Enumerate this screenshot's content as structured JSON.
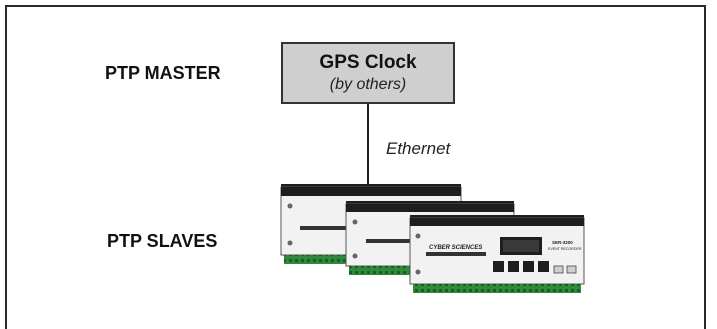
{
  "diagram": {
    "master": {
      "role_label": "PTP MASTER",
      "box_title": "GPS Clock",
      "box_subtitle": "(by others)"
    },
    "link_label": "Ethernet",
    "slaves": {
      "role_label": "PTP SLAVES",
      "device_brand": "CYBER SCIENCES",
      "device_model": "SER-3200",
      "device_type": "EVENT RECORDER"
    }
  },
  "colors": {
    "frame": "#2a2a2a",
    "gps_box_fill": "#cfcfcf",
    "device_body": "#f2f2f2",
    "device_dark": "#1e1e1e",
    "terminal_green": "#2f8a3c"
  }
}
